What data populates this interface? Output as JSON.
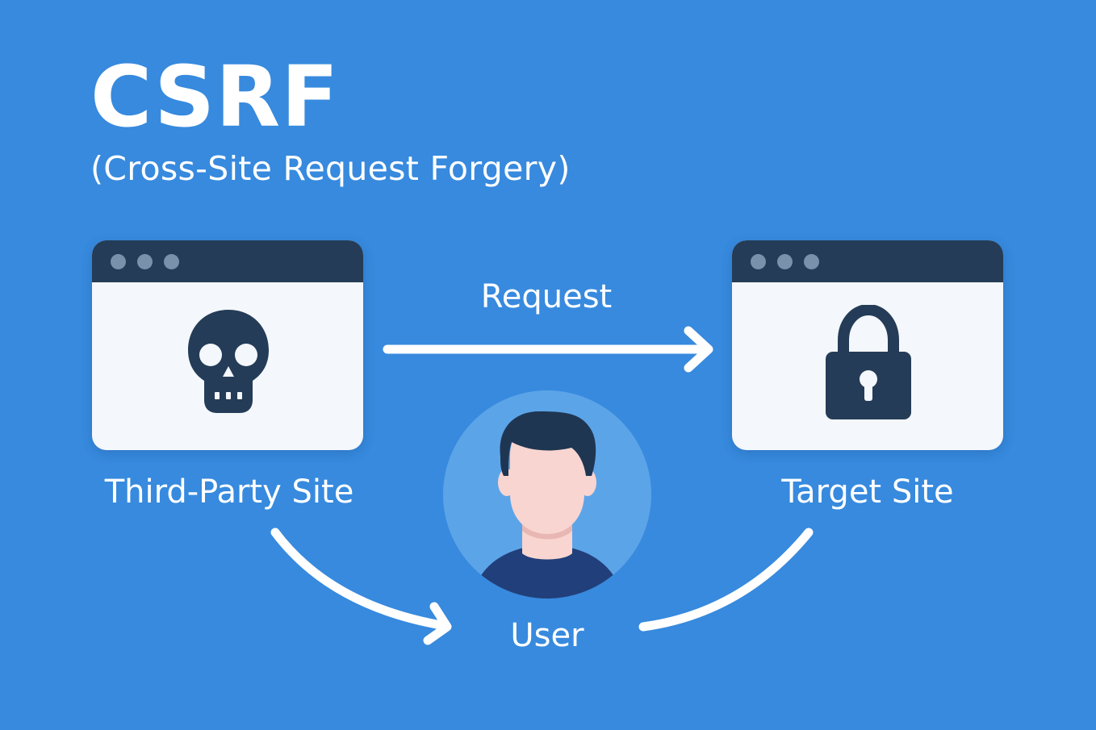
{
  "heading": {
    "title": "CSRF",
    "subtitle": "(Cross-Site Request Forgery)"
  },
  "nodes": {
    "third_party": {
      "label": "Third-Party Site",
      "icon": "skull-icon"
    },
    "target": {
      "label": "Target Site",
      "icon": "lock-icon"
    },
    "user": {
      "label": "User",
      "icon": "user-avatar-icon"
    }
  },
  "edges": {
    "request": {
      "label": "Request"
    }
  },
  "colors": {
    "background": "#378ade",
    "window_bar": "#243c57",
    "window_body": "#f4f7fb",
    "icon_dark": "#243c57",
    "avatar_circle": "#5ca4e8",
    "shirt": "#213f7a",
    "skin": "#f8d5d0",
    "hair": "#1f3652"
  }
}
